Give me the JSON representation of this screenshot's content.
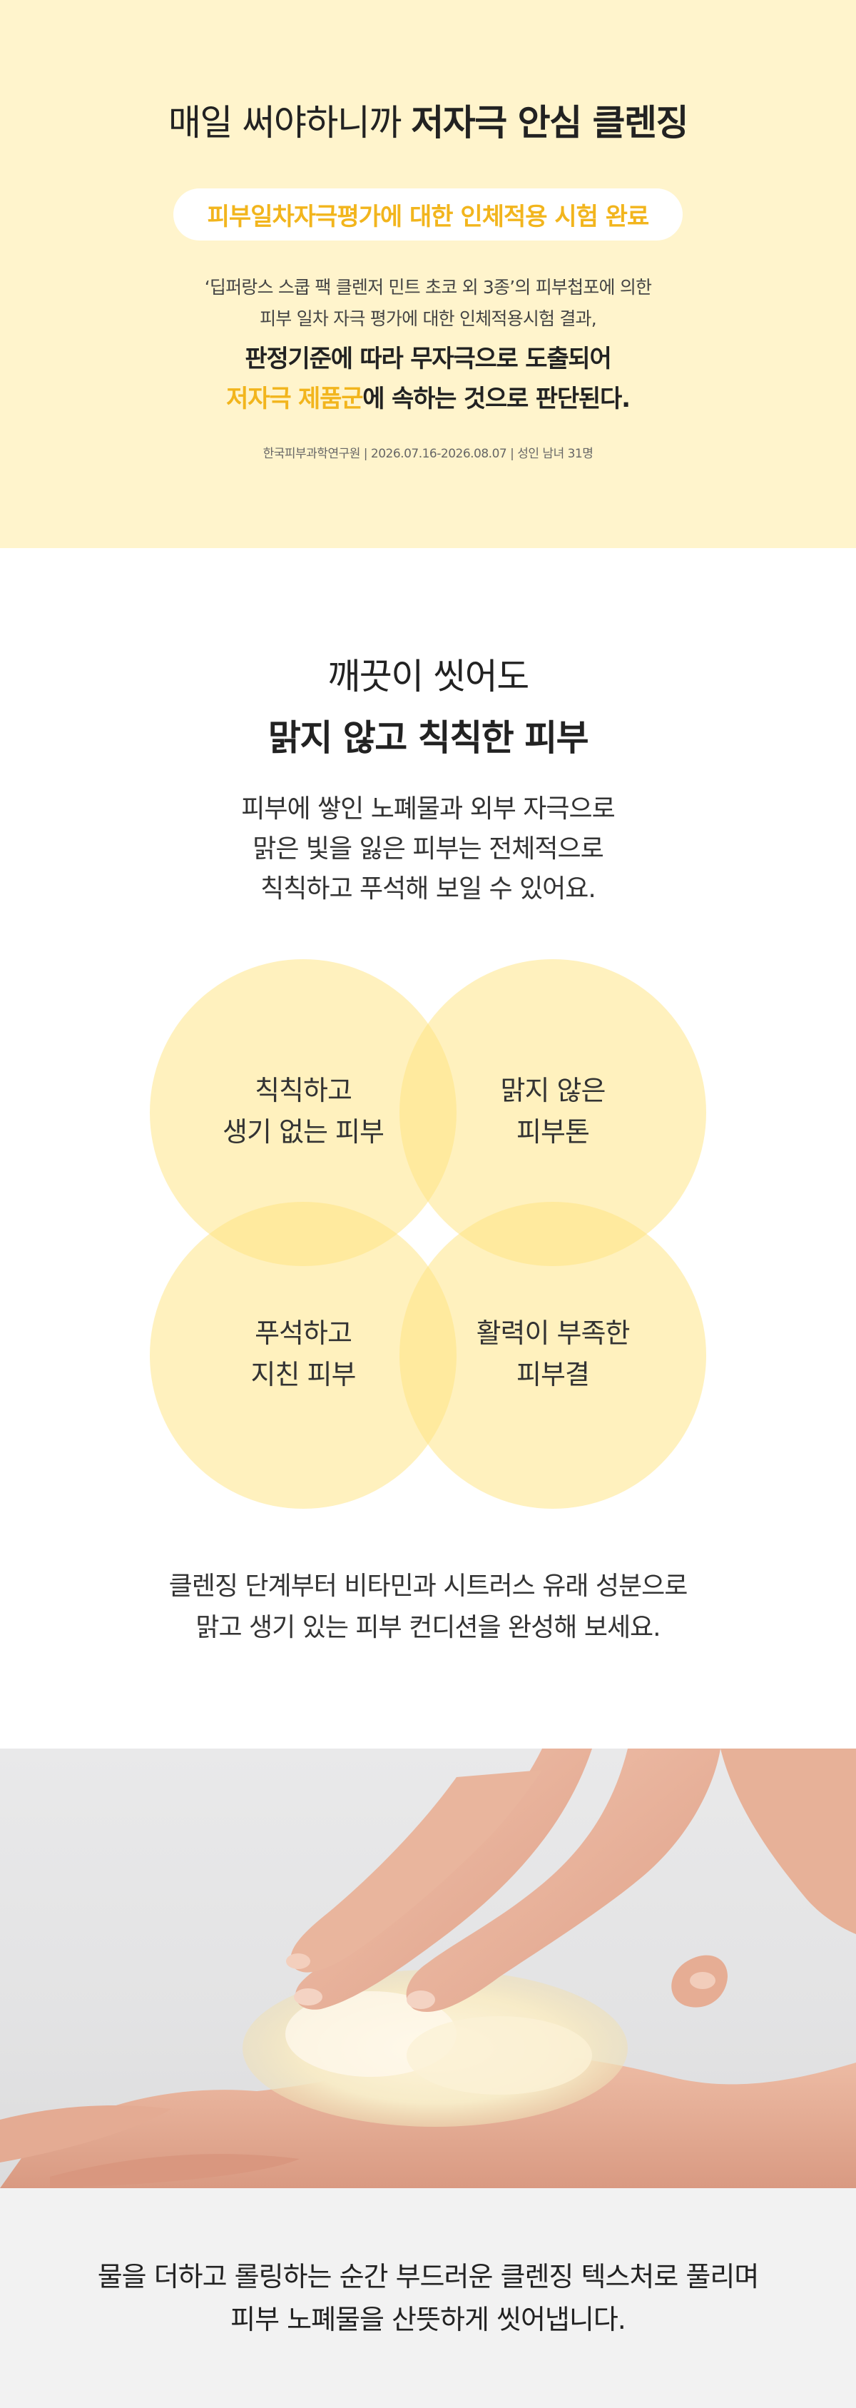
{
  "irritation": {
    "headline_regular": "매일 써야하니까 ",
    "headline_bold": "저자극 안심 클렌징",
    "badge": "피부일차자극평가에 대한 인체적용 시험 완료",
    "desc_line1": "‘딥퍼랑스 스쿱 팩 클렌저 민트 초코 외 3종’의 피부첩포에 의한",
    "desc_line2": "피부 일차 자극 평가에 대한 인체적용시험 결과,",
    "bold_line1": "판정기준에 따라 무자극으로 도출되어",
    "bold_line2_accent": "저자극 제품군",
    "bold_line2_rest": "에 속하는 것으로 판단된다.",
    "source": "한국피부과학연구원 | 2026.07.16-2026.08.07 | 성인 남녀 31명",
    "accent_color": "#f2b51d",
    "background_color": "#fff4cc"
  },
  "skin": {
    "title_line1": "깨끗이 씻어도",
    "title_line2": "맑지 않고 칙칙한 피부",
    "body_line1": "피부에 쌓인 노폐물과 외부 자극으로",
    "body_line2": "맑은 빛을 잃은 피부는 전체적으로",
    "body_line3": "칙칙하고 푸석해 보일 수 있어요.",
    "circles": [
      {
        "line1": "칙칙하고",
        "line2": "생기 없는 피부"
      },
      {
        "line1": "맑지 않은",
        "line2": "피부톤"
      },
      {
        "line1": "푸석하고",
        "line2": "지친 피부"
      },
      {
        "line1": "활력이 부족한",
        "line2": "피부결"
      }
    ],
    "closing_line1": "클렌징 단계부터 비타민과 시트러스 유래 성분으로",
    "closing_line2": "맑고 생기 있는 피부 컨디션을 완성해 보세요.",
    "circle_color": "#ffe47d"
  },
  "texture": {
    "line1": "물을 더하고 롤링하는 순간 부드러운 클렌징 텍스처로 풀리며",
    "line2": "피부 노폐물을 산뜻하게 씻어냅니다."
  }
}
